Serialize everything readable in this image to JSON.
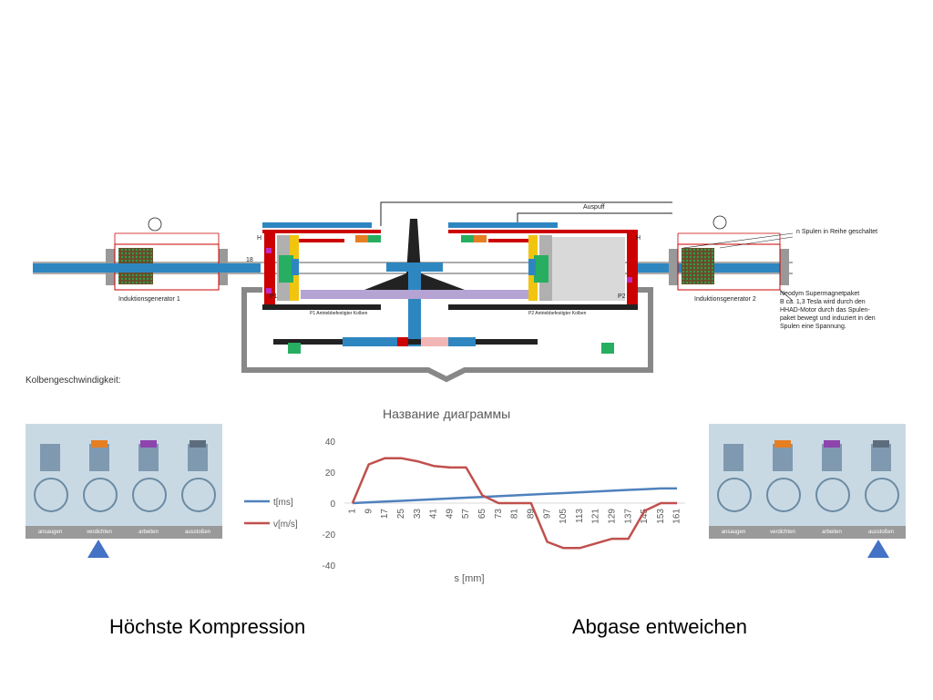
{
  "diagram": {
    "labels": {
      "auspuff": "Auspuff",
      "gen1": "Induktionsgenerator 1",
      "gen2": "Induktionsgenerator 2",
      "spulen": "n Spulen in Reihe geschaltet",
      "neodym": [
        "Neodym Supermagnetpaket",
        "B ca. 1,3 Tesla wird durch den",
        "HHAD-Motor durch das Spulen-",
        "paket bewegt und induziert in den",
        "Spulen eine Spannung."
      ],
      "h_left": "H",
      "h_right": "H",
      "p1": "P1",
      "p2": "P2",
      "n18": "18",
      "p1_bottom": "P1 Antriebbefestigter Kolben",
      "p2_bottom": "P2 Antriebbefestigter Kolben"
    }
  },
  "kolben_label": "Kolbengeschwindigkeit:",
  "engine_strip_left": {
    "steps": [
      "ansaugen",
      "verdichten",
      "arbeiten",
      "ausstoßen"
    ],
    "active": "verdichten"
  },
  "engine_strip_right": {
    "steps": [
      "ansaugen",
      "verdichten",
      "arbeiten",
      "ausstoßen"
    ],
    "active": "ausstoßen"
  },
  "chart_data": {
    "type": "line",
    "title": "Название диаграммы",
    "xlabel": "s [mm]",
    "ylabel": "",
    "ylim": [
      -40,
      40
    ],
    "yticks": [
      40,
      20,
      0,
      -20,
      -40
    ],
    "categories": [
      "1",
      "9",
      "17",
      "25",
      "33",
      "41",
      "49",
      "57",
      "65",
      "73",
      "81",
      "89",
      "97",
      "105",
      "113",
      "121",
      "129",
      "137",
      "145",
      "153",
      "161"
    ],
    "grid": false,
    "legend_position": "left",
    "series": [
      {
        "name": "t[ms]",
        "color": "#4f81bd",
        "values": [
          0,
          0.5,
          1,
          1.5,
          2,
          2.5,
          3,
          3.5,
          4,
          4.5,
          5,
          5.5,
          6,
          6.5,
          7,
          7.5,
          8,
          8.5,
          9,
          9.5,
          9.5
        ]
      },
      {
        "name": "v[m/s]",
        "color": "#c0504d",
        "values": [
          0,
          25,
          29,
          29,
          27,
          24,
          23,
          23,
          5,
          0,
          0,
          0,
          -25,
          -29,
          -29,
          -26,
          -23,
          -23,
          -5,
          0,
          0
        ]
      }
    ]
  },
  "captions": {
    "left": "Höchste Kompression",
    "right": "Abgase entweichen"
  }
}
